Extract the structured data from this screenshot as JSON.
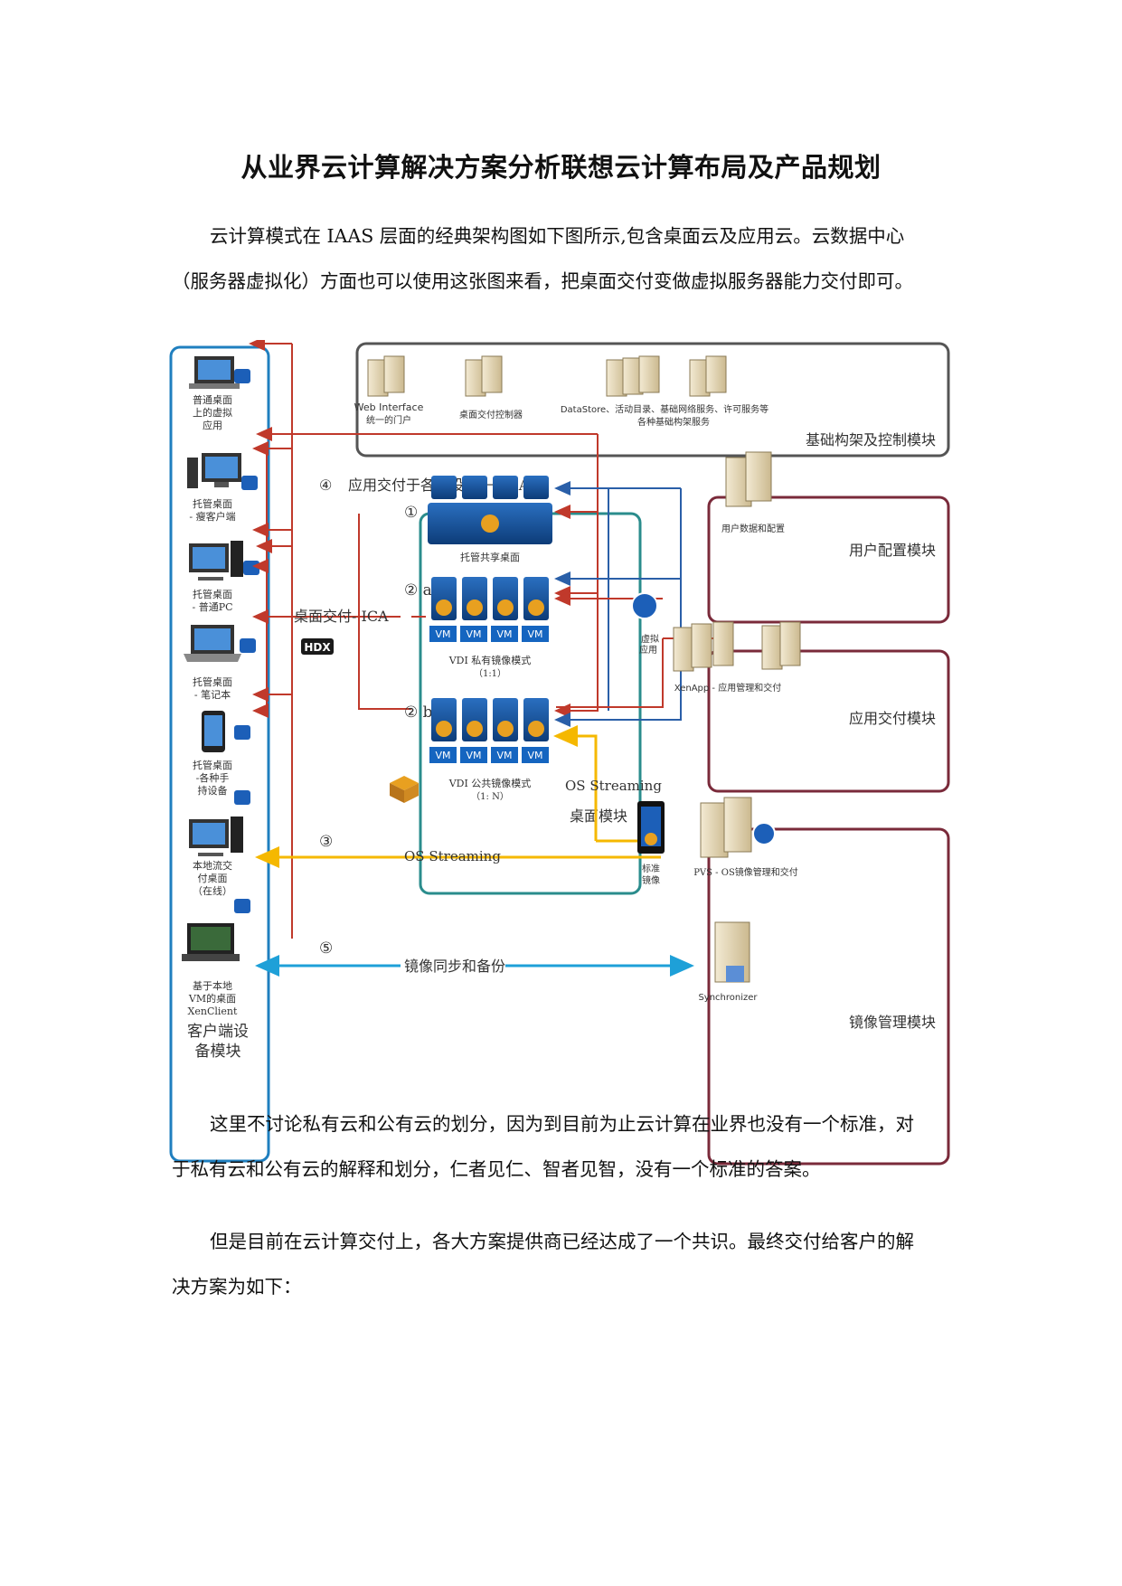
{
  "title": "从业界云计算解决方案分析联想云计算布局及产品规划",
  "paragraphs": {
    "p1_line1": "云计算模式在 IAAS 层面的经典架构图如下图所示,包含桌面云及应用云。云数据中心",
    "p1_line2": "（服务器虚拟化）方面也可以使用这张图来看，把桌面交付变做虚拟服务器能力交付即可。",
    "p2_line1": "这里不讨论私有云和公有云的划分，因为到目前为止云计算在业界也没有一个标准，对",
    "p2_line2": "于私有云和公有云的解释和划分，仁者见仁、智者见智，没有一个标准的答案。",
    "p3_line1": "但是目前在云计算交付上，各大方案提供商已经达成了一个共识。最终交付给客户的解",
    "p3_line2": "决方案为如下："
  },
  "diagram": {
    "client_module": {
      "title_line1": "客户端设",
      "title_line2": "备模块",
      "devices": [
        {
          "l1": "普通桌面",
          "l2": "上的虚拟",
          "l3": "应用"
        },
        {
          "l1": "托管桌面",
          "l2": "- 瘦客户端",
          "l3": ""
        },
        {
          "l1": "托管桌面",
          "l2": "- 普通PC",
          "l3": ""
        },
        {
          "l1": "托管桌面",
          "l2": "- 笔记本",
          "l3": ""
        },
        {
          "l1": "托管桌面",
          "l2": "-各种手",
          "l3": "持设备"
        },
        {
          "l1": "本地流交",
          "l2": "付桌面",
          "l3": "（在线）"
        },
        {
          "l1": "基于本地",
          "l2": "VM的桌面",
          "l3": "XenClient"
        }
      ]
    },
    "infra_module": {
      "title": "基础构架及控制模块",
      "web_interface": "Web Interface",
      "web_sub": "统一的门户",
      "ddc": "桌面交付控制器",
      "services": "DataStore、活动目录、基础网络服务、许可服务等",
      "services_sub": "各种基础构架服务"
    },
    "desktop_module": {
      "title": "桌面模块",
      "shared": "托管共享桌面",
      "private_title": "VDI 私有镜像模式",
      "private_ratio": "（1:1）",
      "public_title": "VDI 公共镜像模式",
      "public_ratio": "（1: N）",
      "num1": "①",
      "num2a": "② a",
      "num2b": "② b",
      "vm": "VM"
    },
    "user_module": {
      "title": "用户配置模块",
      "caption": "用户数据和配置"
    },
    "app_module": {
      "title": "应用交付模块",
      "caption": "XenApp - 应用管理和交付",
      "virtual_app": "虚拟",
      "virtual_app2": "应用"
    },
    "image_module": {
      "title": "镜像管理模块",
      "pvs": "PVS  -  OS镜像管理和交付",
      "std_image1": "标准",
      "std_image2": "镜像",
      "sync": "Synchronizer"
    },
    "flows": {
      "ica_app": "应用交付于各种设备 － ICA",
      "num4": "④",
      "ica_desktop": "桌面交付- ICA",
      "hdx": "HDX",
      "os_streaming_top": "OS Streaming",
      "num3": "③",
      "os_streaming": "OS Streaming",
      "num5": "⑤",
      "image_sync": "镜像同步和备份"
    },
    "colors": {
      "red": "#c0392b",
      "blue": "#2a5fa8",
      "yellow": "#f5b800",
      "teal": "#2a8c8c",
      "maroon": "#7a2a3a",
      "gray": "#555555"
    }
  }
}
